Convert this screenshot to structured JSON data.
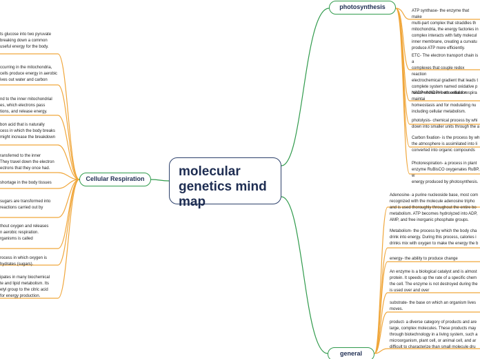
{
  "central": {
    "title": "molecular genetics mind map"
  },
  "branches": {
    "photosynthesis": "photosynthesis",
    "cellular_respiration": "Cellular Respiration",
    "general": "general"
  },
  "colors": {
    "link": "#f0a63a",
    "branch_border": "#2f9a4b",
    "central_border": "#2b3f6a",
    "text": "#1e2d52"
  },
  "notes": {
    "left": [
      "ts glucose into two pyruvate\n breaking down a common\n useful energy for the body.",
      "ccurring in the mitochondria,\ncells produce energy in aerobic\nives out water and carbon",
      "nd to the inner mitochondrial\nes, which electrons pass\ntions, and release energy.",
      "bon acid that is naturally\ncess in which the body breaks\nmight increase the breakdown",
      "ransferred to the inner\nThey travel down the electron\nectrons that they once had.",
      " shortage in the body tissues",
      " sugars are transformed into\n reactions carried out by",
      "thout oxygen and releases\nn aerobic respiration.\nrganisms is called",
      "rocess in which oxygen is\nhydrates (sugars).",
      "ipates in many biochemical\nte and lipid metabolism. Its\netyl group to the citric acid\n for energy production."
    ],
    "photosynthesis": [
      "ATP synthase- the enzyme that make\nmulti-part complex that straddles th\nmitochondria, the energy factories in\ncomplex interacts with fatty molecul\ninner membrane, creating a curvatu\nproduce ATP more efficiently.",
      "ETC- The electron transport chain is a\ncomplexes that couple redox reaction\nelectrochemical gradient that leads t\ncomplete system named oxidative p\nmitochondria in both cellular respira",
      "NADP+/NADPH- essential for maintai\nhomeostasis and for modulating nu\nincluding cellular metabolism.",
      "photolysis- chemical process by whi\ndown into smaller units through the a",
      "Carbon fixation- is the process by wh\nthe atmosphere is assimilated into li\nconverted into organic compounds",
      "Photorespiration- a process in plant\nenzyme RuBisCO oxygenates RuBP, w\nenergy produced by photosynthesis."
    ],
    "general": [
      "Adenosine- a purine nucleoside base, most com\nrecognized with the molecule adenosine tripho\nand is used thoroughly throughout the entire bo\nmetabolism. ATP becomes hydrolyzed into ADP,\nAMP, and free inorganic phosphate groups.",
      "Metabolism- the process by which the body cha\ndrink into energy. During this process, calories i\ndrinks mix with oxygen to make the energy the b",
      "energy- the ability to produce change",
      "An enzyme is a biological catalyst and is almost\nprotein. It speeds up the rate of a specific chem\nthe cell. The enzyme is not destroyed during the\nis used over and over",
      "substrate- the base on which an organism lives\nmoves.",
      "product- a diverse category of products and are\nlarge, complex molecules. These products may\nthrough biotechnology in a living system, such a\nmicroorganism, plant cell, or animal cell, and ar\ndifficult to characterize than small molecule dru"
    ]
  }
}
